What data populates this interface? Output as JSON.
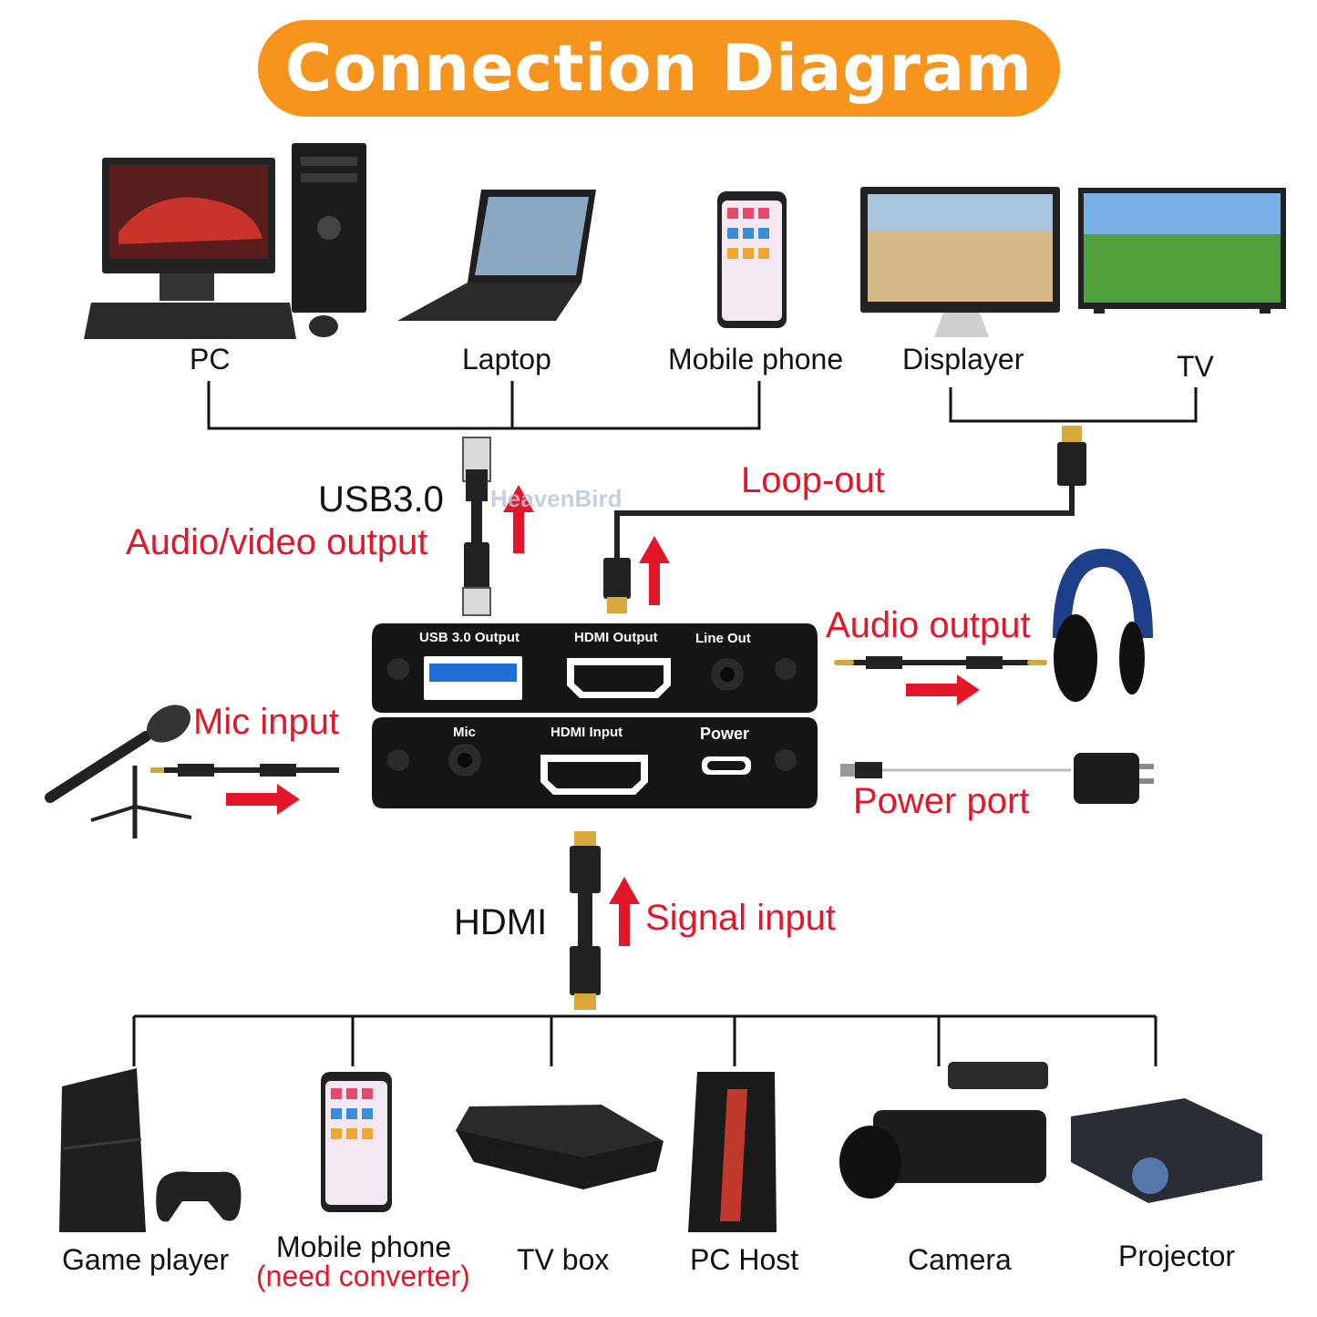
{
  "title": "Connection Diagram",
  "top_devices": {
    "pc": "PC",
    "laptop": "Laptop",
    "mobile": "Mobile phone",
    "displayer": "Displayer",
    "tv": "TV"
  },
  "cable_labels": {
    "usb": "USB3.0",
    "av_output": "Audio/video output",
    "loop_out": "Loop-out",
    "audio_output": "Audio output",
    "mic_input": "Mic input",
    "power_port": "Power port",
    "hdmi": "HDMI",
    "signal_input": "Signal input"
  },
  "watermark": "HeavenBird",
  "device_ports": {
    "usb_out": "USB 3.0 Output",
    "hdmi_out": "HDMI Output",
    "line_out": "Line Out",
    "mic": "Mic",
    "hdmi_in": "HDMI Input",
    "power": "Power"
  },
  "bottom_devices": {
    "game": "Game player",
    "mobile": "Mobile phone",
    "mobile_note": "(need converter)",
    "tvbox": "TV box",
    "pchost": "PC Host",
    "camera": "Camera",
    "projector": "Projector"
  },
  "colors": {
    "title_bg": "#f7941d",
    "accent_red": "#e4162a"
  }
}
